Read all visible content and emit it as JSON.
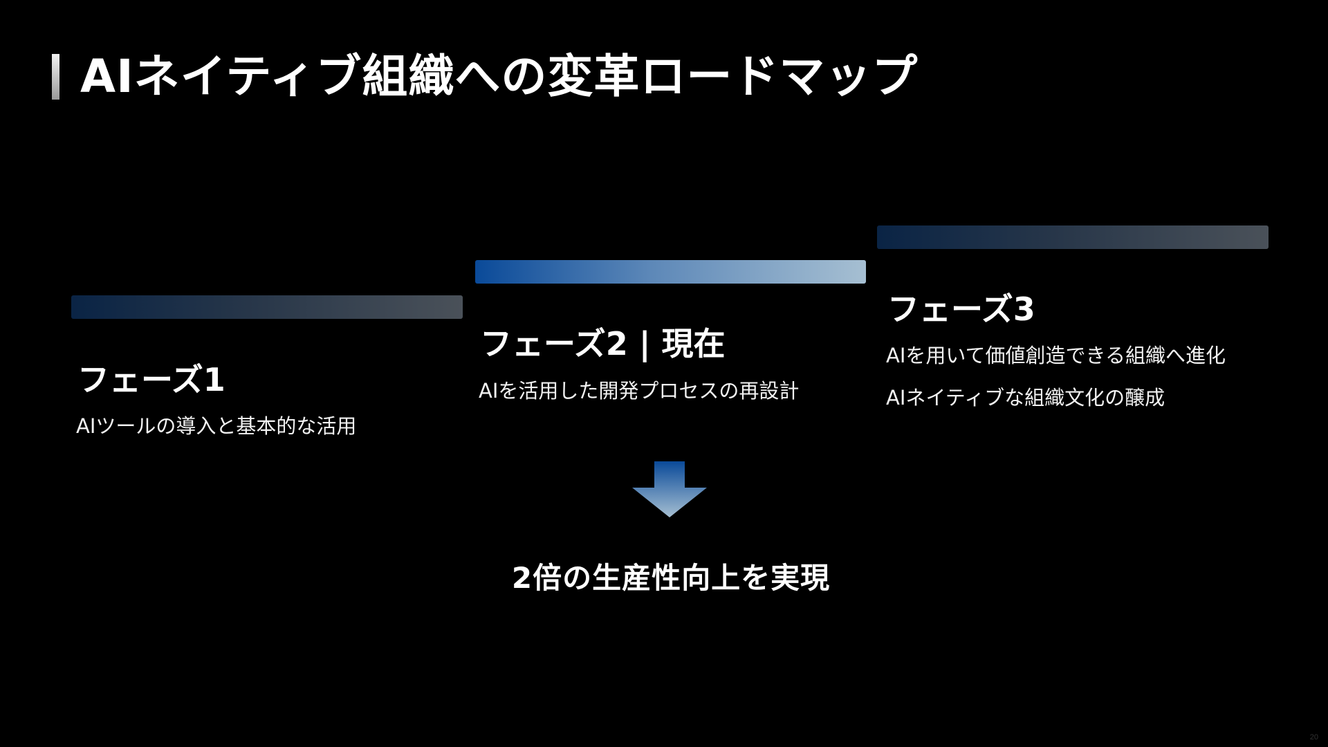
{
  "slide": {
    "title": "AIネイティブ組織への変革ロードマップ",
    "page_number": "20"
  },
  "phases": [
    {
      "title": "フェーズ1",
      "descriptions": [
        "AIツールの導入と基本的な活用"
      ]
    },
    {
      "title": "フェーズ2 | 現在",
      "descriptions": [
        "AIを活用した開発プロセスの再設計"
      ]
    },
    {
      "title": "フェーズ3",
      "descriptions": [
        "AIを用いて価値創造できる組織へ進化",
        "AIネイティブな組織文化の醸成"
      ]
    }
  ],
  "result": {
    "text": "2倍の生産性向上を実現",
    "icon": "arrow-down-icon"
  },
  "colors": {
    "background": "#000000",
    "text": "#ffffff",
    "highlight_bar_start": "#0a4a99",
    "highlight_bar_end": "#a6bfd2",
    "muted_bar_start": "#0a2445",
    "muted_bar_end": "#4a5159"
  }
}
